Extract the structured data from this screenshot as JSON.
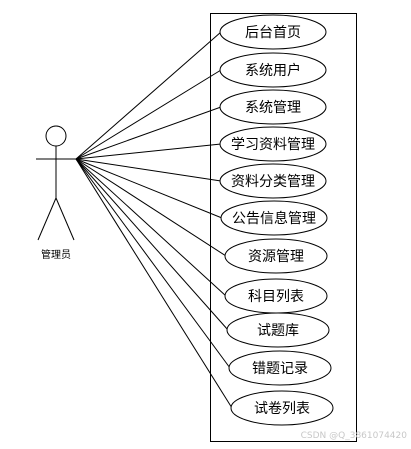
{
  "diagram": {
    "actor": {
      "label": "管理员"
    },
    "use_cases": [
      {
        "label": "后台首页"
      },
      {
        "label": "系统用户"
      },
      {
        "label": "系统管理"
      },
      {
        "label": "学习资料管理"
      },
      {
        "label": "资料分类管理"
      },
      {
        "label": "公告信息管理"
      },
      {
        "label": "资源管理"
      },
      {
        "label": "科目列表"
      },
      {
        "label": "试题库"
      },
      {
        "label": "错题记录"
      },
      {
        "label": "试卷列表"
      }
    ]
  },
  "watermark": "CSDN @Q_3861074420"
}
